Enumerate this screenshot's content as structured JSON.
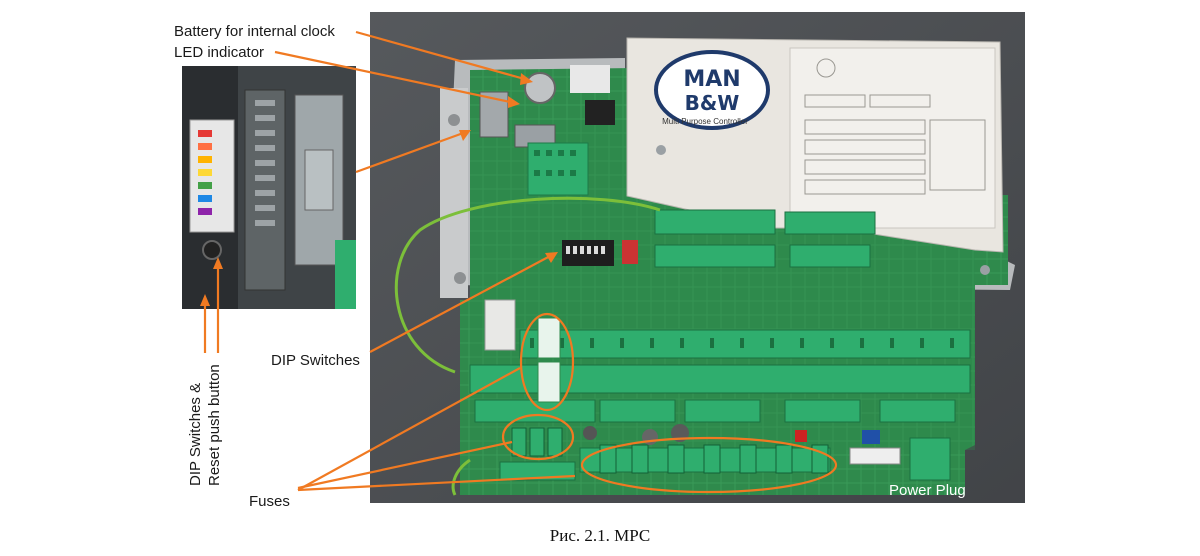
{
  "annotations": {
    "battery": "Battery for internal clock",
    "led": "LED indicator",
    "dip_switches": "DIP Switches",
    "fuses": "Fuses",
    "power_plug": "Power Plug",
    "dip_reset": "DIP Switches &",
    "dip_reset_line2": "Reset push button"
  },
  "controller": {
    "logo_line1": "MAN",
    "logo_line2": "B&W",
    "product_name": "Multi Purpose Controller"
  },
  "caption": "Рис. 2.1. МРС",
  "colors": {
    "annotation_arrow": "#f07a22",
    "board_green": "#2f8a4c",
    "terminal_green": "#2fae6e",
    "background_photo": "#4a4d50",
    "cover": "#e9e6e0"
  }
}
